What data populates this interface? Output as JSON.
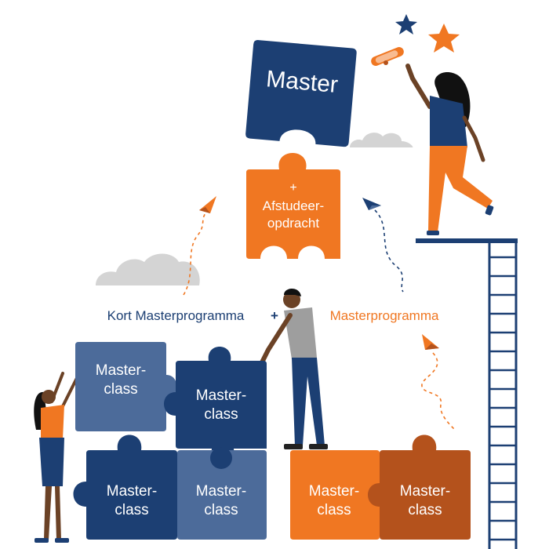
{
  "colors": {
    "navy": "#1c3f73",
    "navy_light": "#4c6b9a",
    "navy_mid": "#2b4d83",
    "orange": "#f07722",
    "orange_dark": "#b4521c",
    "cloud": "#d4d4d4",
    "skin": "#6b4226",
    "white": "#ffffff"
  },
  "top": {
    "master_label": "Master",
    "thesis_plus": "+",
    "thesis_line1": "Afstudeer-",
    "thesis_line2": "opdracht"
  },
  "middle": {
    "left_label": "Kort Masterprogramma",
    "plus": "+",
    "right_label": "Masterprogramma"
  },
  "pieces": {
    "line1": "Master-",
    "line2": "class"
  },
  "icons": [
    "star-icon",
    "diploma-icon",
    "paper-plane-icon",
    "cloud-icon",
    "ladder-icon"
  ]
}
